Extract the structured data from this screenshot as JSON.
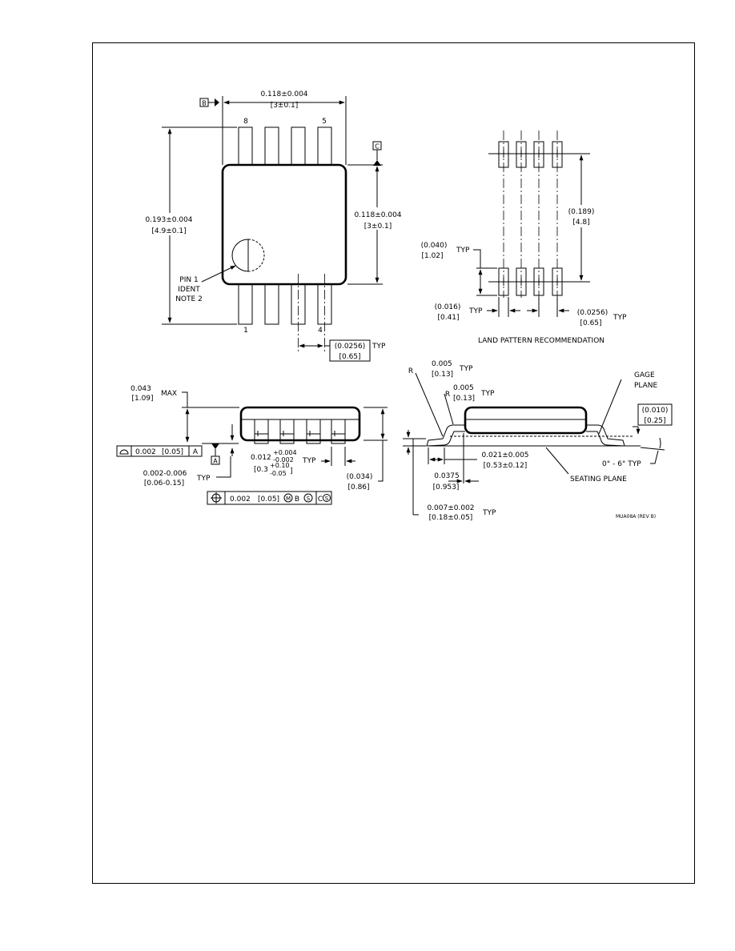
{
  "top_view": {
    "width_dim": "0.118±0.004",
    "width_dim_mm": "[3±0.1]",
    "datum_b": "B",
    "datum_c": "C",
    "pin_8": "8",
    "pin_5": "5",
    "pin_1": "1",
    "pin_4": "4",
    "length_dim": "0.193±0.004",
    "length_dim_mm": "[4.9±0.1]",
    "body_dim": "0.118±0.004",
    "body_dim_mm": "[3±0.1]",
    "pin1_ident_1": "PIN 1",
    "pin1_ident_2": "IDENT",
    "pin1_ident_3": "NOTE 2",
    "pitch_dim": "(0.0256)",
    "pitch_typ": "TYP",
    "pitch_dim_mm": "[0.65]"
  },
  "land_pattern": {
    "row_pitch": "(0.189)",
    "row_pitch_mm": "[4.8]",
    "pad_len": "(0.040)",
    "pad_len_typ": "TYP",
    "pad_len_mm": "[1.02]",
    "pad_w": "(0.016)",
    "pad_w_typ": "TYP",
    "pad_w_mm": "[0.41]",
    "pitch": "(0.0256)",
    "pitch_typ": "TYP",
    "pitch_mm": "[0.65]",
    "title": "LAND PATTERN RECOMMENDATION"
  },
  "side_view": {
    "height_max": "0.043",
    "height_max_mm": "[1.09]",
    "max_label": "MAX",
    "flat_value": "0.002",
    "flat_value_mm": "[0.05]",
    "datum_a": "A",
    "standoff": "0.002-0.006",
    "standoff_typ": "TYP",
    "standoff_mm": "[0.06-0.15]",
    "lead_w_base": "0.012",
    "lead_w_plus": "+0.004",
    "lead_w_minus": "-0.002",
    "lead_w_typ": "TYP",
    "lead_w_mm_base": "[0.3",
    "lead_w_mm_plus": "+0.10",
    "lead_w_mm_minus": "-0.05",
    "lead_w_mm_close": "]",
    "body_h": "(0.034)",
    "body_h_mm": "[0.86]",
    "pos_value": "0.002",
    "pos_value_mm": "[0.05]",
    "pos_mod_m": "M",
    "pos_datum_b": "B",
    "pos_mod_s1": "S",
    "pos_datum_c": "C",
    "pos_mod_s2": "S"
  },
  "lead_detail": {
    "r1_label": "R",
    "r1": "0.005",
    "r1_typ": "TYP",
    "r1_mm": "[0.13]",
    "r2_label": "R",
    "r2": "0.005",
    "r2_typ": "TYP",
    "r2_mm": "[0.13]",
    "gage_1": "GAGE",
    "gage_2": "PLANE",
    "gage_h": "(0.010)",
    "gage_h_mm": "[0.25]",
    "foot": "0.021±0.005",
    "foot_mm": "[0.53±0.12]",
    "angle": "0° - 6° TYP",
    "span": "0.0375",
    "span_mm": "[0.953]",
    "seating": "SEATING PLANE",
    "lead_t": "0.007±0.002",
    "lead_t_typ": "TYP",
    "lead_t_mm": "[0.18±0.05]",
    "drawing_id": "MUA08A (REV B)"
  }
}
